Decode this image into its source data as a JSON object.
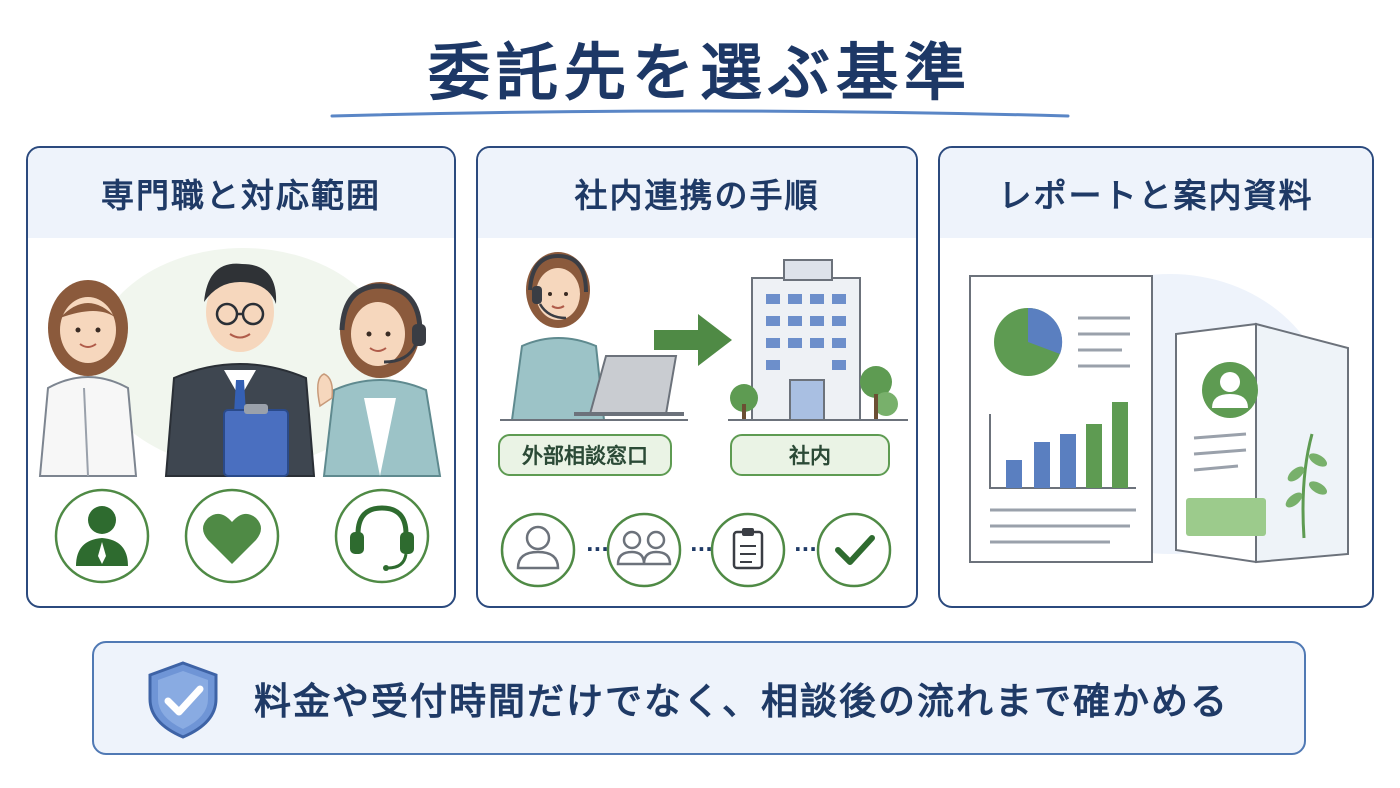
{
  "title": "委託先を選ぶ基準",
  "panels": [
    {
      "heading": "専門職と対応範囲"
    },
    {
      "heading": "社内連携の手順",
      "left_label": "外部相談窓口",
      "right_label": "社内"
    },
    {
      "heading": "レポートと案内資料"
    }
  ],
  "banner": {
    "text": "料金や受付時間だけでなく、相談後の流れまで確かめる"
  },
  "colors": {
    "navy": "#1f3a66",
    "green": "#4f8a45",
    "blue": "#5a7fc0",
    "pale_blue": "#eef3fb"
  },
  "icons": [
    "person-icon",
    "heart-icon",
    "headset-icon",
    "user-icon",
    "group-icon",
    "clipboard-icon",
    "check-icon",
    "shield-check-icon",
    "arrow-right-icon",
    "building-icon"
  ]
}
